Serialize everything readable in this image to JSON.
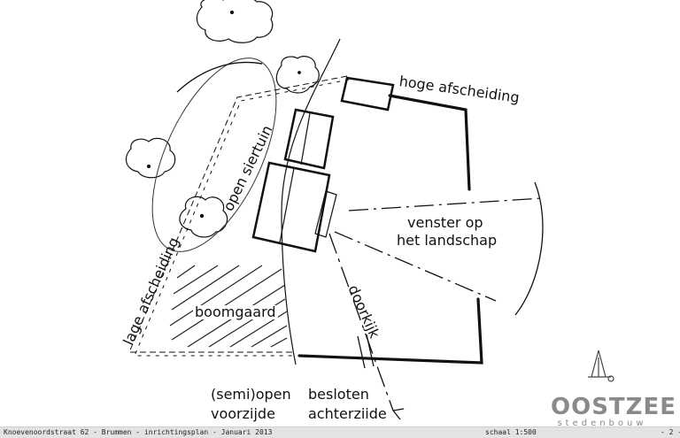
{
  "labels": {
    "hoge_afscheiding": "hoge afscheiding",
    "open_siertuin": "open siertuin",
    "venster_line1": "venster op",
    "venster_line2": "het landschap",
    "lage_afscheiding": "lage afscheiding",
    "boomgaard": "boomgaard",
    "doorkijk": "doorkijk",
    "semiopen_line1": "(semi)open",
    "semiopen_line2": "voorzijde",
    "besloten_line1": "besloten",
    "besloten_line2": "achterziide"
  },
  "logo": {
    "name": "OOSTZEE",
    "subtitle": "stedenbouw"
  },
  "footer": {
    "left": "Knoevenoordstraat 62 - Brummen - inrichtingsplan - Januari 2013",
    "scale": "schaal 1:500",
    "page": "- 2 -"
  },
  "colors": {
    "ink": "#111111",
    "logo": "#8a8a8a",
    "footer_bg": "#e3e3e3"
  },
  "icons": [
    "tree-icon",
    "north-arrow-icon"
  ]
}
